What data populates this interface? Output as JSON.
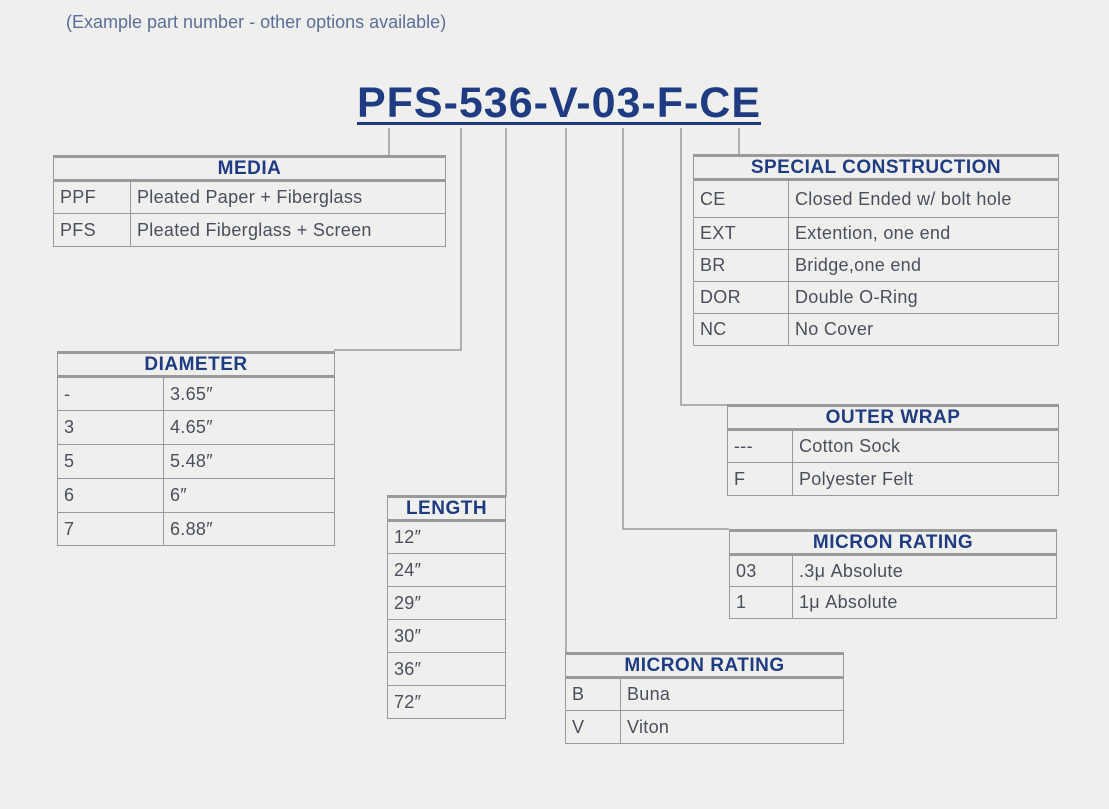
{
  "note": "(Example part number - other options available)",
  "part_number": "PFS-536-V-03-F-CE",
  "tables": {
    "media": {
      "title": "MEDIA",
      "rows": [
        {
          "code": "PPF",
          "desc": "Pleated Paper + Fiberglass"
        },
        {
          "code": "PFS",
          "desc": "Pleated Fiberglass + Screen"
        }
      ]
    },
    "diameter": {
      "title": "DIAMETER",
      "rows": [
        {
          "code": "-",
          "desc": "3.65″"
        },
        {
          "code": "3",
          "desc": "4.65″"
        },
        {
          "code": "5",
          "desc": "5.48″"
        },
        {
          "code": "6",
          "desc": "6″"
        },
        {
          "code": "7",
          "desc": "6.88″"
        }
      ]
    },
    "length": {
      "title": "LENGTH",
      "rows": [
        "12″",
        "24″",
        "29″",
        "30″",
        "36″",
        "72″"
      ]
    },
    "seal": {
      "title": "MICRON RATING",
      "rows": [
        {
          "code": "B",
          "desc": "Buna"
        },
        {
          "code": "V",
          "desc": "Viton"
        }
      ]
    },
    "micron": {
      "title": "MICRON RATING",
      "rows": [
        {
          "code": "03",
          "desc": ".3μ Absolute"
        },
        {
          "code": "1",
          "desc": "1μ Absolute"
        }
      ]
    },
    "outer_wrap": {
      "title": "OUTER WRAP",
      "rows": [
        {
          "code": "---",
          "desc": "Cotton Sock"
        },
        {
          "code": "F",
          "desc": "Polyester Felt"
        }
      ]
    },
    "special": {
      "title": "SPECIAL CONSTRUCTION",
      "rows": [
        {
          "code": "CE",
          "desc": "Closed Ended w/ bolt hole"
        },
        {
          "code": "EXT",
          "desc": "Extention, one end"
        },
        {
          "code": "BR",
          "desc": "Bridge,one end"
        },
        {
          "code": "DOR",
          "desc": "Double O-Ring"
        },
        {
          "code": "NC",
          "desc": "No Cover"
        }
      ]
    }
  }
}
